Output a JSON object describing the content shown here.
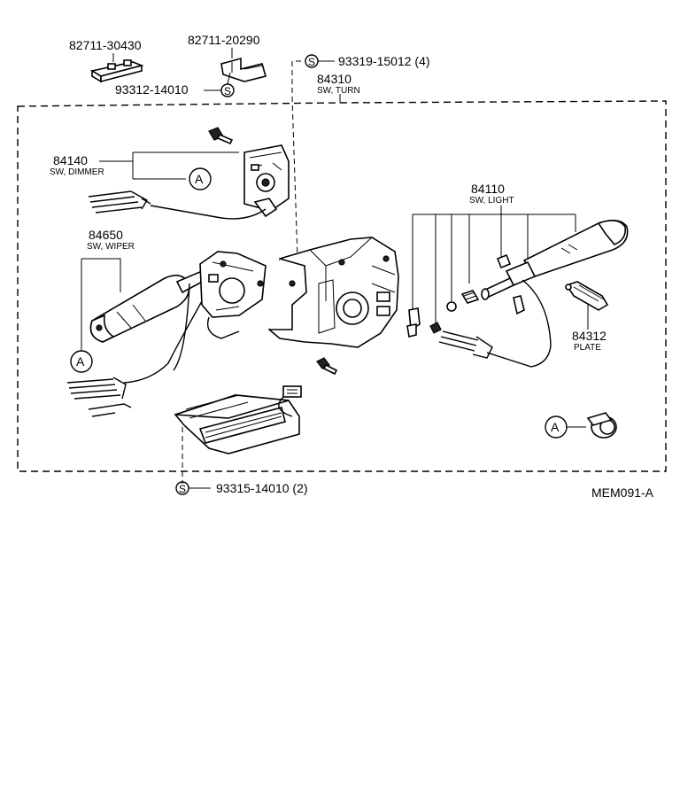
{
  "diagram": {
    "code": "MEM091-A",
    "callouts": {
      "clip_1": "82711-30430",
      "clip_2": "82711-20290",
      "screw_top": "93319-15012 (4)",
      "screw_left": "93312-14010",
      "screw_bottom": "93315-14010 (2)",
      "turn_switch": "84310",
      "turn_switch_name": "SW, TURN",
      "dimmer_switch": "84140",
      "dimmer_switch_name": "SW, DIMMER",
      "wiper_switch": "84650",
      "wiper_switch_name": "SW, WIPER",
      "light_switch": "84110",
      "light_switch_name": "SW, LIGHT",
      "plate": "84312",
      "plate_name": "PLATE"
    },
    "markers": {
      "circle_a": "A",
      "circle_s": "S"
    }
  }
}
